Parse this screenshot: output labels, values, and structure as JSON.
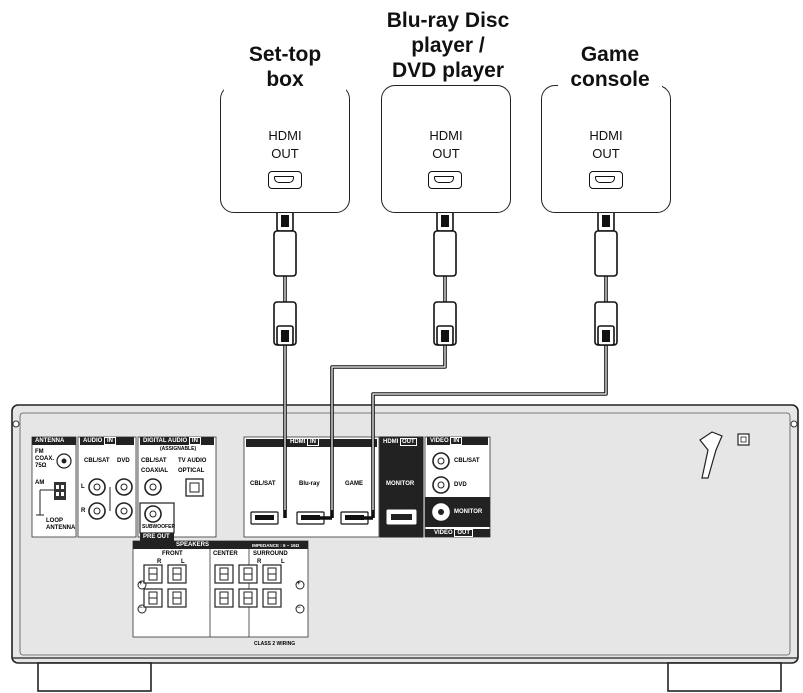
{
  "devices": [
    {
      "id": "settop",
      "title_lines": [
        "Set-top",
        "box"
      ],
      "port_lines": [
        "HDMI",
        "OUT"
      ]
    },
    {
      "id": "bluray",
      "title_lines": [
        "Blu-ray Disc",
        "player /",
        "DVD player"
      ],
      "port_lines": [
        "HDMI",
        "OUT"
      ]
    },
    {
      "id": "game",
      "title_lines": [
        "Game",
        "console"
      ],
      "port_lines": [
        "HDMI",
        "OUT"
      ]
    }
  ],
  "panel": {
    "antenna": {
      "header": "ANTENNA",
      "fm_lines": [
        "FM",
        "COAX.",
        "75Ω"
      ],
      "am": "AM",
      "loop_lines": [
        "LOOP",
        "ANTENNA"
      ]
    },
    "audio_in": {
      "header": "AUDIO",
      "badge": "IN",
      "inputs": [
        "CBL/SAT",
        "DVD"
      ],
      "ch_l": "L",
      "ch_r": "R"
    },
    "digital_audio": {
      "header": "DIGITAL AUDIO",
      "badge": "IN",
      "sub": "(ASSIGNABLE)",
      "coaxial_lines": [
        "CBL/SAT",
        "COAXIAL"
      ],
      "optical_lines": [
        "TV AUDIO",
        "OPTICAL"
      ],
      "subwoofer": "SUBWOOFER",
      "pre_out": "PRE OUT"
    },
    "hdmi_in": {
      "header": "HDMI",
      "badge": "IN",
      "inputs": [
        "CBL/SAT",
        "Blu-ray",
        "GAME"
      ]
    },
    "hdmi_out": {
      "header": "HDMI",
      "badge": "OUT",
      "output": "MONITOR"
    },
    "video": {
      "header": "VIDEO",
      "badge_in": "IN",
      "inputs": [
        "CBL/SAT",
        "DVD"
      ],
      "monitor": "MONITOR",
      "badge_out": "OUT"
    },
    "speakers": {
      "header": "SPEAKERS",
      "impedance": "IMPEDANCE : 6 ~ 16Ω",
      "front": "FRONT",
      "center": "CENTER",
      "surround": "SURROUND",
      "r": "R",
      "l": "L",
      "plus": "+",
      "minus": "−",
      "class2": "CLASS 2 WIRING"
    }
  }
}
